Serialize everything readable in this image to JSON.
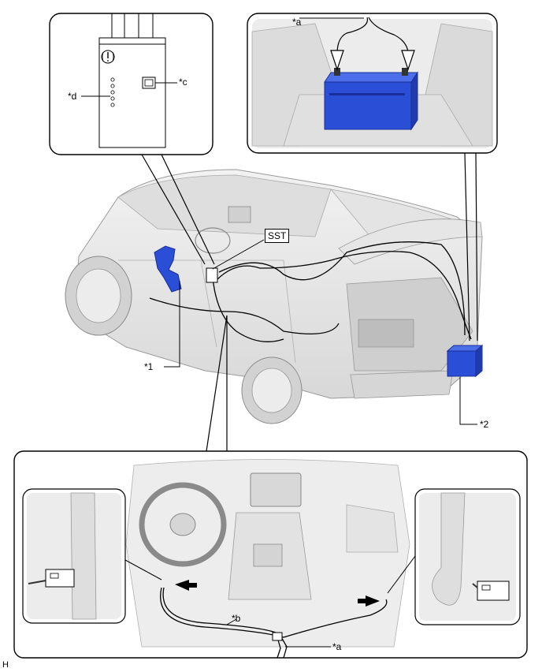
{
  "labels": {
    "a_top": "*a",
    "c": "*c",
    "d": "*d",
    "sst": "SST",
    "one": "*1",
    "two": "*2",
    "b": "*b",
    "a_bottom": "*a",
    "corner": "H"
  },
  "colors": {
    "battery_blue": "#2a4fd6",
    "battery_blue_dark": "#1a2f9a",
    "vehicle_gray": "#e9e9e9",
    "line": "#000000"
  },
  "icons": {
    "warning": "exclamation-in-circle-icon",
    "arrow_left": "arrow-left-icon",
    "arrow_right": "arrow-right-icon"
  }
}
